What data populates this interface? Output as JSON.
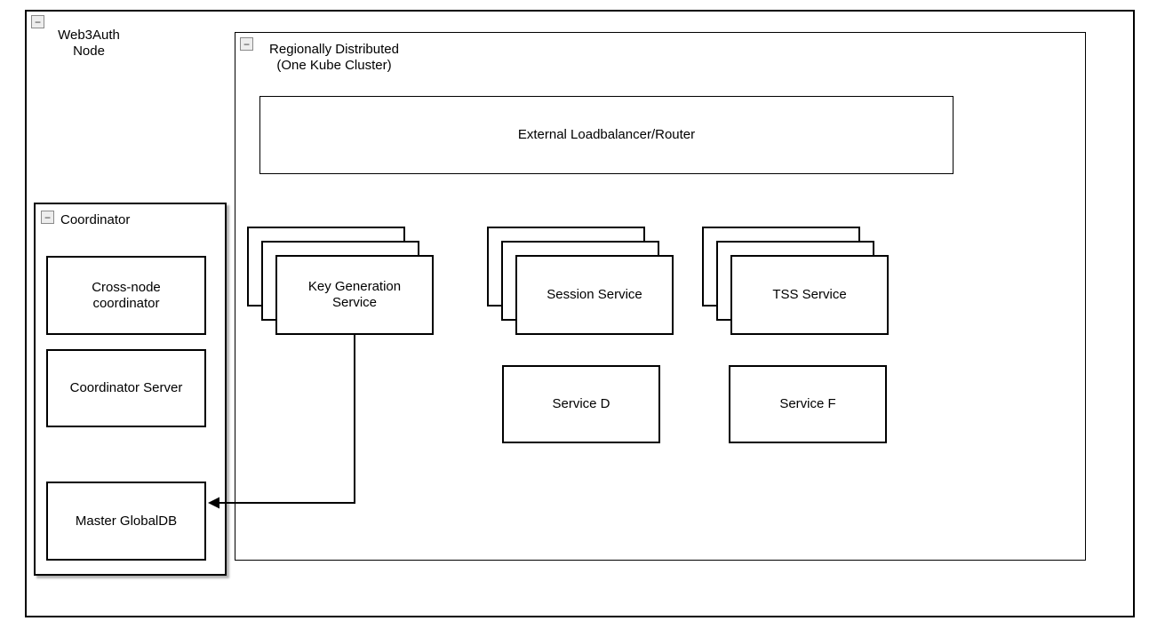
{
  "colors": {
    "stroke": "#000000",
    "background": "#ffffff",
    "collapse_icon_bg": "#ededed"
  },
  "icons": {
    "collapse_glyph": "−"
  },
  "outer_container": {
    "title_line1": "Web3Auth",
    "title_line2": "Node"
  },
  "region_container": {
    "title_line1": "Regionally Distributed",
    "title_line2": "(One Kube Cluster)"
  },
  "loadbalancer": {
    "label": "External Loadbalancer/Router"
  },
  "service_stacks": [
    {
      "label": "Key Generation Service"
    },
    {
      "label": "Session Service"
    },
    {
      "label": "TSS Service"
    }
  ],
  "single_services": [
    {
      "label": "Service D"
    },
    {
      "label": "Service F"
    }
  ],
  "coordinator": {
    "title": "Coordinator",
    "boxes": [
      {
        "label": "Cross-node coordinator"
      },
      {
        "label": "Coordinator Server"
      },
      {
        "label": "Master GlobalDB"
      }
    ]
  },
  "connections": [
    {
      "from": "Key Generation Service",
      "to": "Master GlobalDB",
      "style": "orthogonal-arrow"
    }
  ]
}
